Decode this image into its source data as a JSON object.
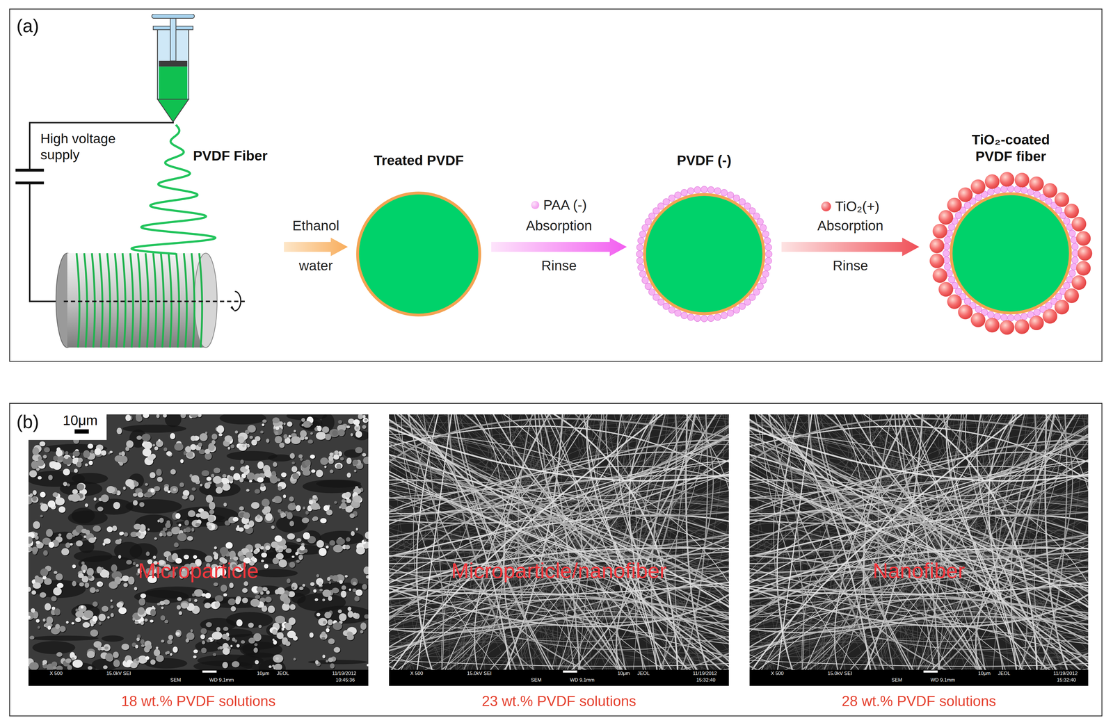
{
  "diagram": {
    "nodes": [
      {
        "text": [
          "(a)"
        ]
      },
      {
        "text": [
          "PVDF Fiber"
        ],
        "in": 0
      },
      {
        "text": [
          "Treated PVDF"
        ],
        "in": 0
      },
      {
        "text": [
          "PVDF (-)"
        ],
        "in": 0
      },
      {
        "text": [
          "TiO₂-coated PVDF fiber"
        ],
        "in": 0
      },
      {
        "text": [
          "(b)"
        ]
      },
      {
        "text": [
          "Microparticle",
          "18 wt.% PVDF solutions"
        ],
        "in": 5
      },
      {
        "text": [
          "Microparticle/nanofiber",
          "23 wt.% PVDF solutions"
        ],
        "in": 5
      },
      {
        "text": [
          "Nanofiber",
          "28 wt.% PVDF solutions"
        ],
        "in": 5
      }
    ],
    "edges": [
      {
        "from": 1,
        "to": 2,
        "label": "Ethanol water",
        "arrow": "to"
      },
      {
        "from": 2,
        "to": 3,
        "label": "Absorption Rinse",
        "arrow": "to"
      },
      {
        "from": 3,
        "to": 4,
        "label": "Absorption Rinse",
        "arrow": "to"
      }
    ],
    "labels": [
      "High voltage supply",
      "10μm",
      "X 500",
      "15.0kV SEI",
      "10μm",
      "JEOL",
      "11/19/2012",
      "SEM",
      "WD 9.1mm",
      "10:45:36",
      "X 500",
      "15.0kV SEI",
      "10μm",
      "JEOL",
      "11/19/2012",
      "SEM",
      "WD 9.1mm",
      "15:32:40",
      "X 500",
      "15.0kV SEI",
      "10μm",
      "JEOL",
      "11/19/2012",
      "SEM",
      "WD 9.1mm",
      "15:32:40"
    ],
    "legend": [
      {
        "text": "PAA (-)",
        "color": "#f4a6f0"
      },
      {
        "text": "TiO₂(+)",
        "color": "#f0575c"
      }
    ]
  }
}
